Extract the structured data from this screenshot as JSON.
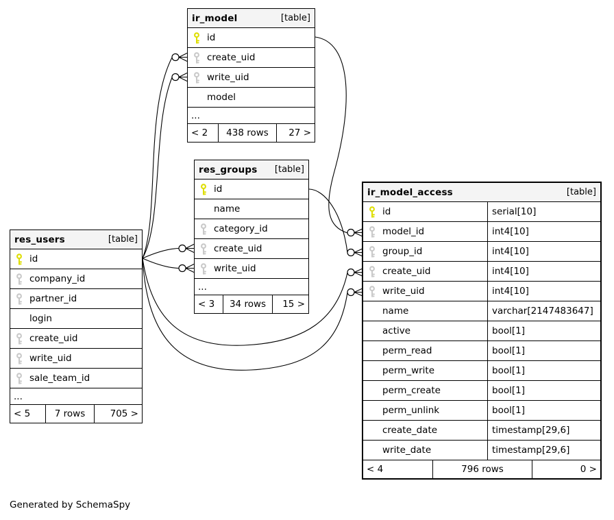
{
  "note": "Generated by SchemaSpy",
  "colors": {
    "primary_key": "#dede00",
    "foreign_key": "#c9c9c9",
    "header_bg": "#f4f4f4",
    "border": "#000000"
  },
  "tables": [
    {
      "name": "ir_model",
      "title": "ir_model",
      "badge": "[table]",
      "columns": [
        {
          "name": "id",
          "key": "pk"
        },
        {
          "name": "create_uid",
          "key": "fk"
        },
        {
          "name": "write_uid",
          "key": "fk"
        },
        {
          "name": "model",
          "key": "none"
        },
        {
          "name": "...",
          "key": "ellipsis"
        }
      ],
      "footer": {
        "left": "< 2",
        "center": "438 rows",
        "right": "27 >"
      }
    },
    {
      "name": "res_groups",
      "title": "res_groups",
      "badge": "[table]",
      "columns": [
        {
          "name": "id",
          "key": "pk"
        },
        {
          "name": "name",
          "key": "none"
        },
        {
          "name": "category_id",
          "key": "fk"
        },
        {
          "name": "create_uid",
          "key": "fk"
        },
        {
          "name": "write_uid",
          "key": "fk"
        },
        {
          "name": "...",
          "key": "ellipsis"
        }
      ],
      "footer": {
        "left": "< 3",
        "center": "34 rows",
        "right": "15 >"
      }
    },
    {
      "name": "res_users",
      "title": "res_users",
      "badge": "[table]",
      "columns": [
        {
          "name": "id",
          "key": "pk"
        },
        {
          "name": "company_id",
          "key": "fk"
        },
        {
          "name": "partner_id",
          "key": "fk"
        },
        {
          "name": "login",
          "key": "none"
        },
        {
          "name": "create_uid",
          "key": "fk"
        },
        {
          "name": "write_uid",
          "key": "fk"
        },
        {
          "name": "sale_team_id",
          "key": "fk"
        },
        {
          "name": "...",
          "key": "ellipsis"
        }
      ],
      "footer": {
        "left": "< 5",
        "center": "7 rows",
        "right": "705 >"
      }
    },
    {
      "name": "ir_model_access",
      "title": "ir_model_access",
      "badge": "[table]",
      "has_types": true,
      "columns": [
        {
          "name": "id",
          "key": "pk",
          "type": "serial[10]"
        },
        {
          "name": "model_id",
          "key": "fk",
          "type": "int4[10]"
        },
        {
          "name": "group_id",
          "key": "fk",
          "type": "int4[10]"
        },
        {
          "name": "create_uid",
          "key": "fk",
          "type": "int4[10]"
        },
        {
          "name": "write_uid",
          "key": "fk",
          "type": "int4[10]"
        },
        {
          "name": "name",
          "key": "none",
          "type": "varchar[2147483647]"
        },
        {
          "name": "active",
          "key": "none",
          "type": "bool[1]"
        },
        {
          "name": "perm_read",
          "key": "none",
          "type": "bool[1]"
        },
        {
          "name": "perm_write",
          "key": "none",
          "type": "bool[1]"
        },
        {
          "name": "perm_create",
          "key": "none",
          "type": "bool[1]"
        },
        {
          "name": "perm_unlink",
          "key": "none",
          "type": "bool[1]"
        },
        {
          "name": "create_date",
          "key": "none",
          "type": "timestamp[29,6]"
        },
        {
          "name": "write_date",
          "key": "none",
          "type": "timestamp[29,6]"
        }
      ],
      "footer": {
        "left": "< 4",
        "center": "796 rows",
        "right": "0 >"
      }
    }
  ],
  "relationships": [
    {
      "from": "res_users.id",
      "to": "ir_model.create_uid"
    },
    {
      "from": "res_users.id",
      "to": "ir_model.write_uid"
    },
    {
      "from": "res_users.id",
      "to": "res_groups.create_uid"
    },
    {
      "from": "res_users.id",
      "to": "res_groups.write_uid"
    },
    {
      "from": "res_users.id",
      "to": "ir_model_access.create_uid"
    },
    {
      "from": "res_users.id",
      "to": "ir_model_access.write_uid"
    },
    {
      "from": "ir_model.id",
      "to": "ir_model_access.model_id"
    },
    {
      "from": "res_groups.id",
      "to": "ir_model_access.group_id"
    }
  ]
}
